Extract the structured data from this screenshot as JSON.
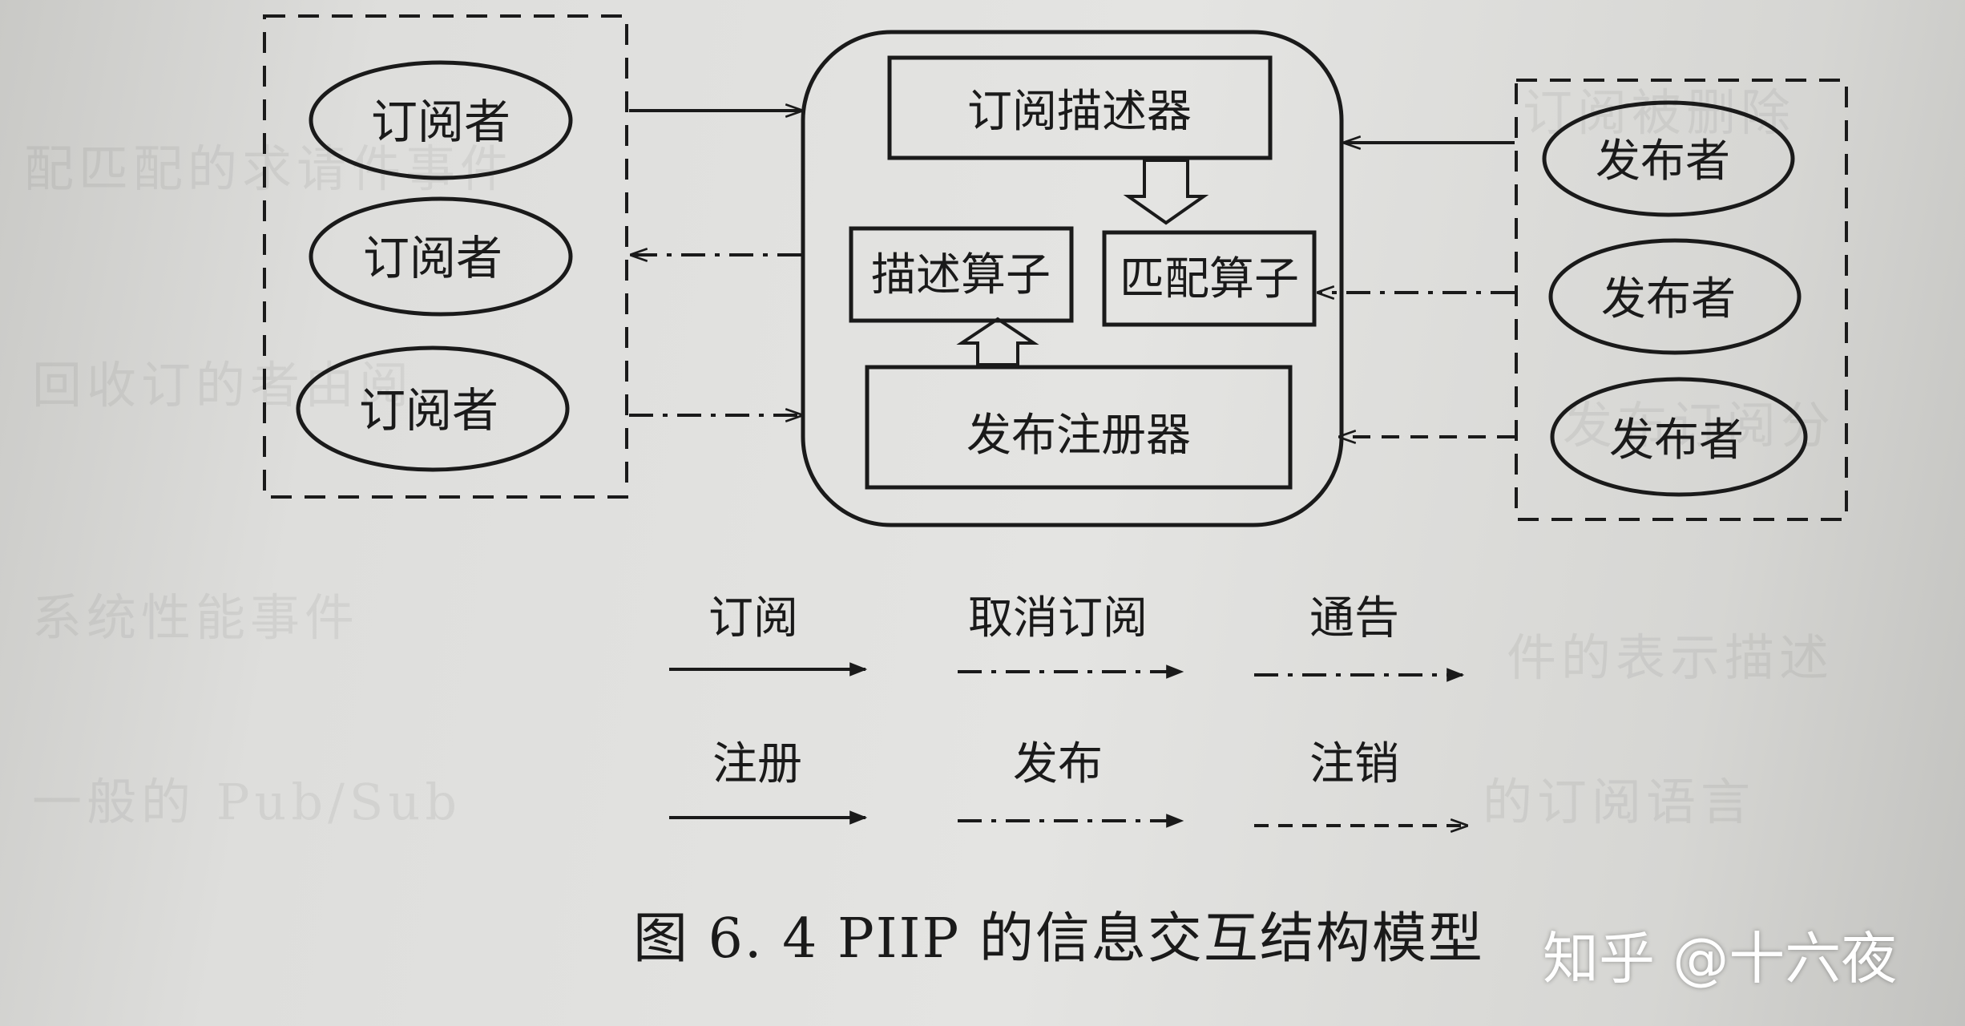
{
  "subscribers": [
    "订阅者",
    "订阅者",
    "订阅者"
  ],
  "publishers": [
    "发布者",
    "发布者",
    "发布者"
  ],
  "broker": {
    "subscription_descriptor": "订阅描述器",
    "description_operator": "描述算子",
    "matching_operator": "匹配算子",
    "publish_registrar": "发布注册器"
  },
  "legend": {
    "subscribe": "订阅",
    "unsubscribe": "取消订阅",
    "notify": "通告",
    "register": "注册",
    "publish": "发布",
    "deregister": "注销"
  },
  "caption": "图 6. 4   PIIP 的信息交互结构模型",
  "watermark": "知乎 @十六夜"
}
